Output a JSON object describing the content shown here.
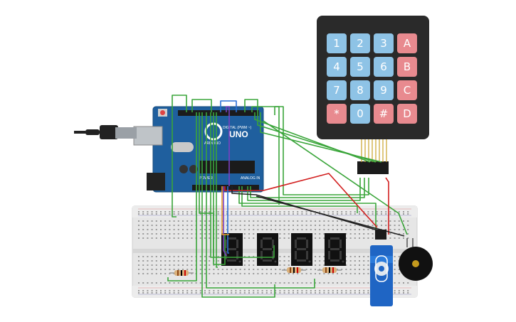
{
  "board": {
    "brand": "ARDUINO",
    "model": "UNO",
    "digital_label": "DIGITAL (PWM ~)",
    "analog_label": "ANALOG IN",
    "power_label": "POWER",
    "color": "#1f5f9e"
  },
  "keypad": {
    "rows": [
      [
        "1",
        "2",
        "3",
        "A"
      ],
      [
        "4",
        "5",
        "6",
        "B"
      ],
      [
        "7",
        "8",
        "9",
        "C"
      ],
      [
        "*",
        "0",
        "#",
        "D"
      ]
    ],
    "colors": {
      "body": "#2a2a2a",
      "digit": "#8ec3e6",
      "letter": "#e88a8f",
      "special": "#e88a8f"
    }
  },
  "displays": [
    {
      "label": "seven-segment-1"
    },
    {
      "label": "seven-segment-2"
    },
    {
      "label": "seven-segment-3"
    },
    {
      "label": "seven-segment-4"
    }
  ],
  "resistors": [
    "resistor-1",
    "resistor-2",
    "resistor-3"
  ],
  "components": {
    "servo": "servo-motor",
    "buzzer": "piezo-buzzer",
    "usb": "usb-cable"
  },
  "wire_colors": {
    "green": "#3aa53a",
    "red": "#d21f1f",
    "black": "#222222",
    "blue": "#2a6fd6",
    "purple": "#7a3fc0",
    "orange": "#e39b2b"
  }
}
